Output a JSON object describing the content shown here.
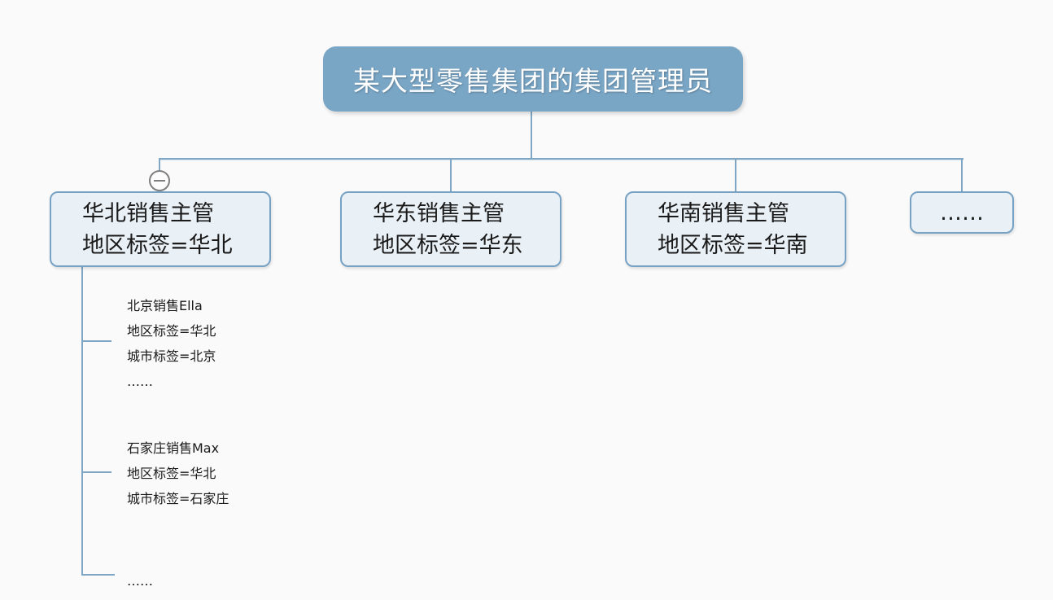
{
  "diagram": {
    "root": {
      "label": "某大型零售集团的集团管理员"
    },
    "managers": [
      {
        "title": "华北销售主管",
        "tag": "地区标签=华北"
      },
      {
        "title": "华东销售主管",
        "tag": "地区标签=华东"
      },
      {
        "title": "华南销售主管",
        "tag": "地区标签=华南"
      }
    ],
    "more_label": "……",
    "collapse_toggle": {
      "symbol": "−",
      "state": "expanded"
    },
    "sales": [
      {
        "lines": [
          "北京销售Ella",
          "地区标签=华北",
          "城市标签=北京",
          "……"
        ]
      },
      {
        "lines": [
          "石家庄销售Max",
          "地区标签=华北",
          "城市标签=石家庄"
        ]
      }
    ],
    "sales_more": "……",
    "colors": {
      "background": "#fafafa",
      "root_fill": "#7aa6c6",
      "root_text": "#ffffff",
      "node_fill": "#e9f0f6",
      "node_border": "#78a2c4",
      "connector": "#7fa6c4",
      "toggle_gray": "#7f7f7f",
      "text": "#1a1a1a"
    }
  }
}
